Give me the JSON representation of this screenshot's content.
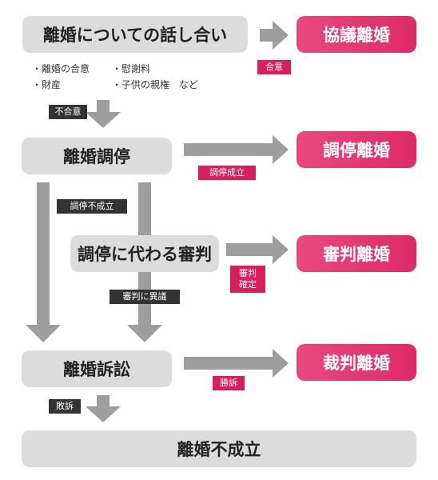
{
  "colors": {
    "gray_box": "#dcdcdc",
    "pink_box": "#e0306b",
    "arrow": "#9e9e9e",
    "label_dark": "#333333",
    "label_red": "#d81f5d"
  },
  "nodes": {
    "discussion": "離婚についての話し合い",
    "mediation": "離婚調停",
    "trial_in_lieu": "調停に代わる審判",
    "lawsuit": "離婚訴訟",
    "not_established": "離婚不成立",
    "agreement_divorce": "協議離婚",
    "mediation_divorce": "調停離婚",
    "trial_divorce": "審判離婚",
    "judicial_divorce": "裁判離婚"
  },
  "discussion_topics": [
    "・離婚の合意",
    "・慰謝料",
    "・財産",
    "・子供の親権　など"
  ],
  "labels": {
    "agree": "合意",
    "disagree": "不合意",
    "mediation_success": "調停成立",
    "mediation_fail": "調停不成立",
    "trial_confirmed": [
      "審判",
      "確定"
    ],
    "trial_objection": "審判に異議",
    "win": "勝訴",
    "lose": "敗訴"
  }
}
